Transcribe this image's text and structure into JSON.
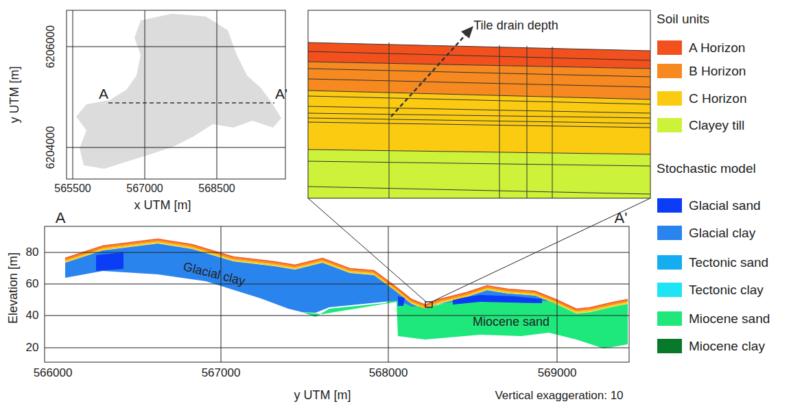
{
  "diagram": {
    "labels": [
      "A",
      "A'",
      "6206000",
      "6204000",
      "565500",
      "567000",
      "568500",
      "y UTM [m]",
      "x UTM [m]",
      "Tile drain depth",
      "Soil units",
      "Stochastic model",
      "A",
      "A'",
      "80",
      "60",
      "40",
      "20",
      "Elevation [m]",
      "Glacial clay",
      "Miocene sand",
      "566000",
      "567000",
      "568000",
      "569000",
      "y UTM [m]",
      "Vertical exaggeration: 10"
    ],
    "legend": [
      {
        "text": "A Horizon",
        "color": "#f2501c"
      },
      {
        "text": "B Horizon",
        "color": "#f6891f"
      },
      {
        "text": "C Horizon",
        "color": "#fbcb12"
      },
      {
        "text": "Clayey till",
        "color": "#cdf23a"
      },
      {
        "text": "Glacial sand",
        "color": "#0a3df5"
      },
      {
        "text": "Glacial clay",
        "color": "#2a84ee"
      },
      {
        "text": "Tectonic sand",
        "color": "#14aef0"
      },
      {
        "text": "Tectonic clay",
        "color": "#1ee4f6"
      },
      {
        "text": "Miocene sand",
        "color": "#1ee87c"
      },
      {
        "text": "Miocene clay",
        "color": "#08782a"
      }
    ]
  }
}
